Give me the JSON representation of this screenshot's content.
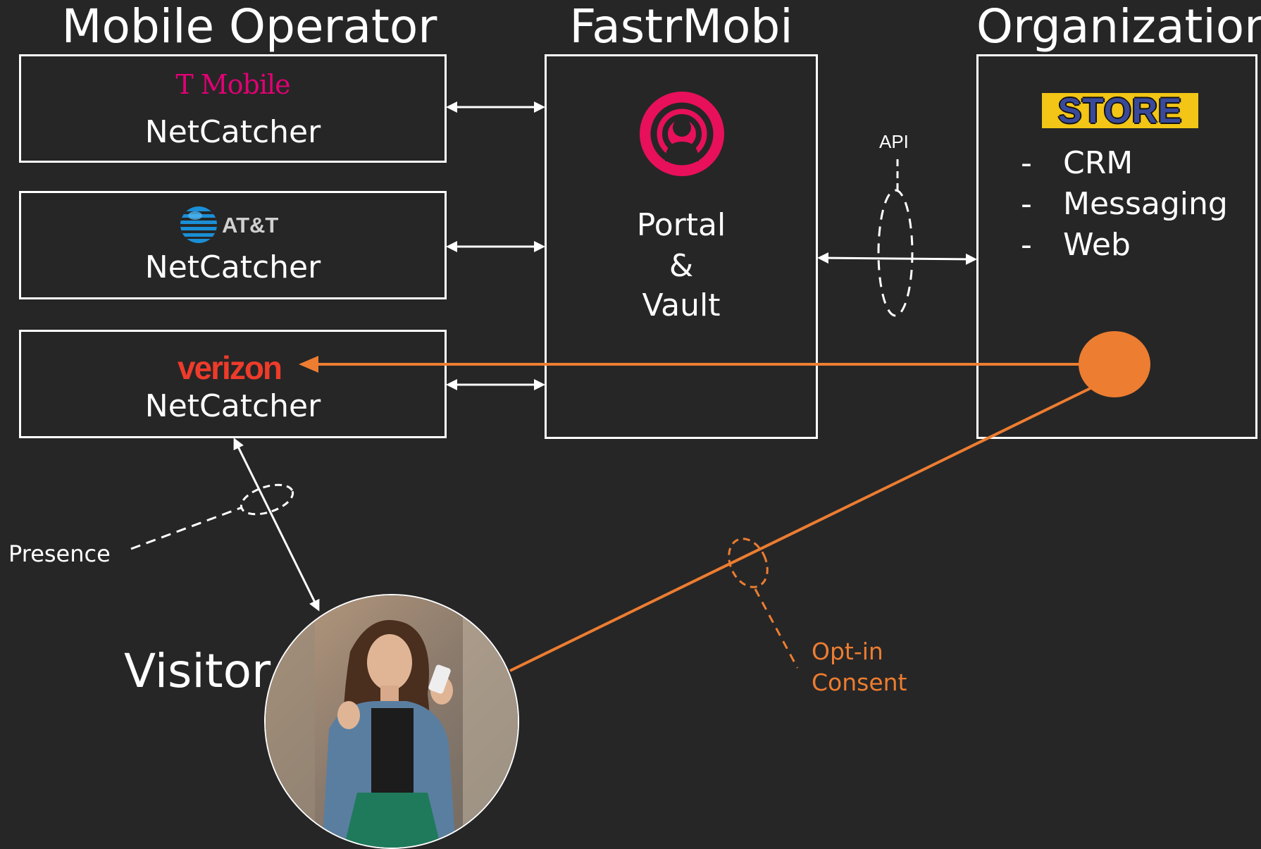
{
  "columns": {
    "mobile_operator": "Mobile Operator",
    "fastrmobi": "FastrMobi",
    "organization": "Organization"
  },
  "operators": [
    {
      "logo": "T Mobile",
      "label": "NetCatcher",
      "logo_color": "#e20074"
    },
    {
      "logo": "AT&T",
      "label": "NetCatcher",
      "logo_color": "#1a8fd6"
    },
    {
      "logo": "verizon",
      "label": "NetCatcher",
      "logo_color": "#ee3b2a"
    }
  ],
  "fastrmobi_box": {
    "line1": "Portal",
    "line2": "&",
    "line3": "Vault",
    "icon": "broadcast-person-icon",
    "icon_color": "#e8105a"
  },
  "api_label": "API",
  "organization_box": {
    "logo": "STORE",
    "logo_color": "#f2c516",
    "items": [
      {
        "dash": "-",
        "label": "CRM"
      },
      {
        "dash": "-",
        "label": "Messaging"
      },
      {
        "dash": "-",
        "label": "Web"
      }
    ]
  },
  "presence_label": "Presence",
  "visitor_label": "Visitor",
  "optin": {
    "line1": "Opt-in",
    "line2": "Consent"
  },
  "colors": {
    "background": "#262626",
    "accent_orange": "#ed7d31",
    "line_white": "#ffffff"
  }
}
